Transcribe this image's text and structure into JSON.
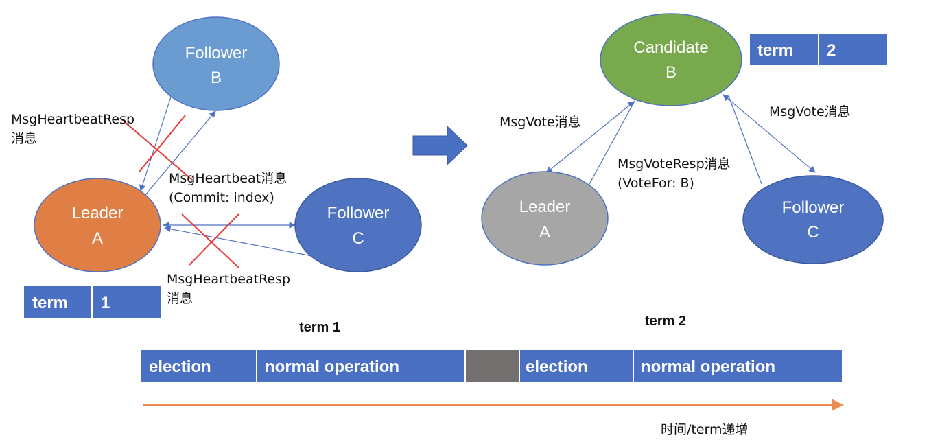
{
  "colors": {
    "follower_light": "#6A9BD1",
    "follower_dark": "#4F72C1",
    "leader": "#E07F45",
    "candidate": "#78A94C",
    "leader_gray": "#A6A6A6",
    "bar_blue": "#4A70C4",
    "bar_gray": "#747070",
    "cross": "#E83A3A",
    "timeline": "#ED8B4E"
  },
  "left": {
    "follower_b": {
      "line1": "Follower",
      "line2": "B"
    },
    "leader_a": {
      "line1": "Leader",
      "line2": "A"
    },
    "follower_c": {
      "line1": "Follower",
      "line2": "C"
    },
    "heartbeat_resp_top": {
      "line1": "MsgHeartbeatResp",
      "line2": "消息"
    },
    "heartbeat": {
      "line1": "MsgHeartbeat消息",
      "line2": "(Commit: index)"
    },
    "heartbeat_resp_bottom": {
      "line1": "MsgHeartbeatResp",
      "line2": "消息"
    },
    "term_box": {
      "label": "term",
      "value": "1"
    },
    "caption": "term 1"
  },
  "right": {
    "candidate_b": {
      "line1": "Candidate",
      "line2": "B"
    },
    "leader_a": {
      "line1": "Leader",
      "line2": "A"
    },
    "follower_c": {
      "line1": "Follower",
      "line2": "C"
    },
    "msgvote_left": "MsgVote消息",
    "msgvote_right": "MsgVote消息",
    "vote_resp": {
      "line1": "MsgVoteResp消息",
      "line2": "(VoteFor: B)"
    },
    "term_box": {
      "label": "term",
      "value": "2"
    },
    "caption": "term 2"
  },
  "timeline": {
    "segments": [
      "election",
      "normal operation",
      "",
      "election",
      "normal operation"
    ],
    "axis_label": "时间/term递增"
  }
}
